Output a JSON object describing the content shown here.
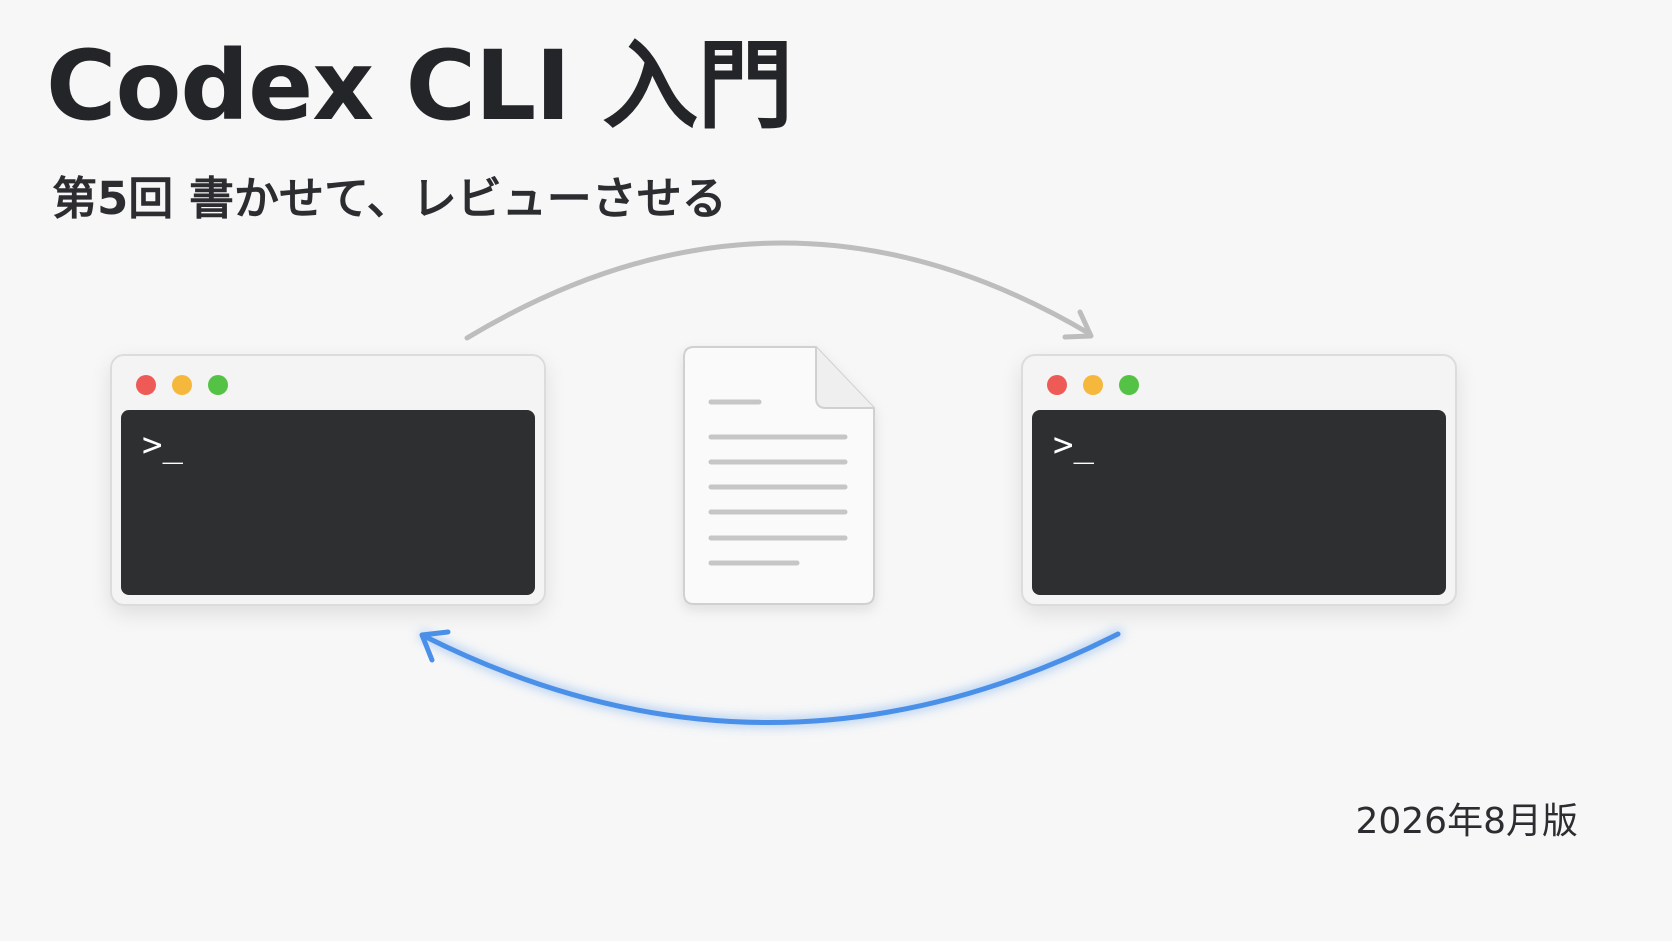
{
  "slide": {
    "title": "Codex CLI 入門",
    "subtitle": "第5回 書かせて、レビューさせる",
    "edition": "2026年8月版"
  },
  "terminals": [
    {
      "prompt": ">_"
    },
    {
      "prompt": ">_"
    }
  ],
  "colors": {
    "background": "#f7f7f7",
    "terminal_screen": "#2e2f31",
    "dot_red": "#ee5a55",
    "dot_yellow": "#f5b83c",
    "dot_green": "#53c245",
    "forward_arrow": "#bdbdbd",
    "return_arrow": "#4a90e8",
    "document_lines": "#c6c6c6"
  },
  "icons": {
    "left_terminal": "terminal-window-icon",
    "right_terminal": "terminal-window-icon",
    "document": "document-icon",
    "forward_arrow": "curved-arrow-right-icon",
    "return_arrow": "curved-arrow-left-icon"
  }
}
